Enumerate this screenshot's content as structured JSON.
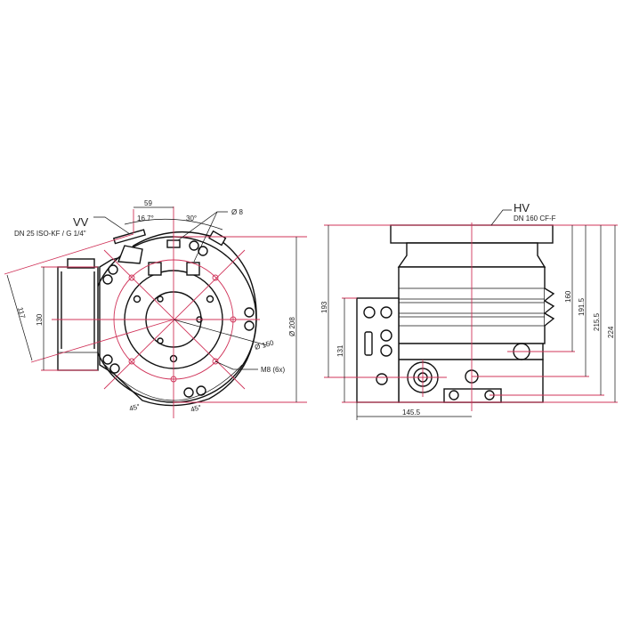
{
  "left_view": {
    "vv_label": "VV",
    "vv_flange": "DN 25 ISO-KF / G 1/4\"",
    "dim_59": "59",
    "angle_16_7": "16.7°",
    "angle_30": "30°",
    "dia_8": "Ø 8",
    "dim_117": "117",
    "dim_130": "130",
    "dia_208": "Ø 208",
    "dia_150": "Ø 150",
    "thread_m8": "M8 (6x)",
    "angle_45_left": "45°",
    "angle_45_right": "45°"
  },
  "right_view": {
    "hv_label": "HV",
    "hv_flange": "DN 160 CF-F",
    "dim_193": "193",
    "dim_131": "131",
    "dim_160": "160",
    "dim_191_5": "191.5",
    "dim_215_5": "215.5",
    "dim_224": "224",
    "dim_145_5": "145.5"
  },
  "colors": {
    "line": "#111111",
    "centerline": "#d0345a"
  }
}
